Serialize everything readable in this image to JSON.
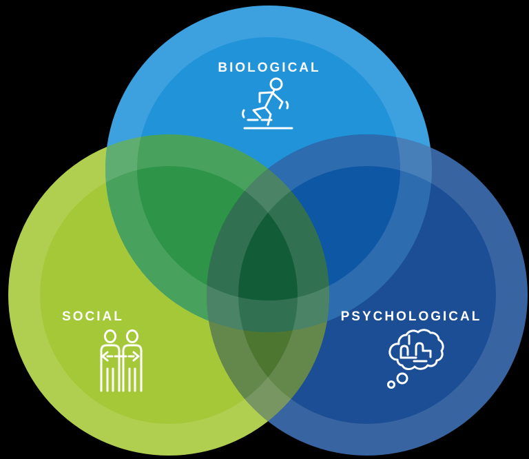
{
  "background_color": "#000000",
  "diagram": {
    "type": "venn",
    "text_color": "#ffffff",
    "circles": [
      {
        "id": "biological",
        "label": "BIOLOGICAL",
        "icon": "runner-icon",
        "color": "#2093d9"
      },
      {
        "id": "social",
        "label": "SOCIAL",
        "icon": "people-exchange-icon",
        "color": "#a5c838"
      },
      {
        "id": "psychological",
        "label": "PSYCHOLOGICAL",
        "icon": "brain-icon",
        "color": "#1b4e94"
      }
    ],
    "overlaps": {
      "biological_social": "#2e9447",
      "biological_psychological": "#0d57a4",
      "social_psychological": "#4d7631",
      "center": "#135c38"
    }
  }
}
